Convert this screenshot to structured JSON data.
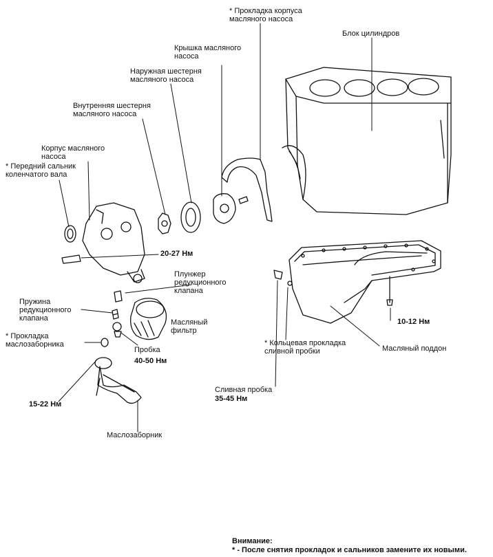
{
  "labels": {
    "pump_housing_gasket": [
      "* Прокладка корпуса",
      "масляного насоса"
    ],
    "cylinder_block": "Блок цилиндров",
    "pump_cover": [
      "Крышка масляного",
      "насоса"
    ],
    "outer_gear": [
      "Наружная шестерня",
      "масляного насоса"
    ],
    "inner_gear": [
      "Внутренняя шестерня",
      "масляного насоса"
    ],
    "pump_housing": [
      "Корпус масляного",
      "насоса"
    ],
    "front_crank_seal": [
      "* Передний сальник",
      "коленчатого вала"
    ],
    "torque_20_27": "20-27 Нм",
    "relief_plunger": [
      "Плунжер",
      "редукционного",
      "клапана"
    ],
    "relief_spring": [
      "Пружина",
      "редукционного",
      "клапана"
    ],
    "strainer_gasket": [
      "* Прокладка",
      "маслозаборника"
    ],
    "oil_filter": [
      "Масляный",
      "фильтр"
    ],
    "plug": "Пробка",
    "torque_40_50": "40-50 Нм",
    "torque_15_22": "15-22 Нм",
    "oil_strainer": "Маслозаборник",
    "torque_10_12": "10-12 Нм",
    "drain_gasket": [
      "* Кольцевая прокладка",
      "сливной пробки"
    ],
    "oil_pan": "Масляный поддон",
    "drain_plug": "Сливная пробка",
    "torque_35_45": "35-45 Нм"
  },
  "note": {
    "title": "Внимание:",
    "text": "* - После снятия прокладок и сальников замените их новыми."
  }
}
